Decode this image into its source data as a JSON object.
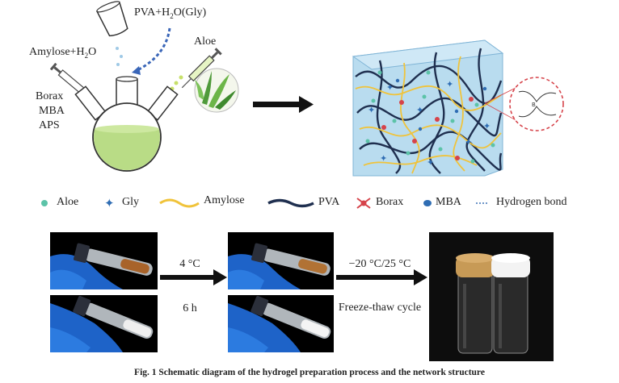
{
  "synthesis": {
    "pva_label": "PVA+H",
    "pva_sub": "2",
    "pva_tail": "O(Gly)",
    "amylose_label": "Amylose+H",
    "amylose_sub": "2",
    "amylose_tail": "O",
    "aloe_label": "Aloe",
    "reagents": [
      "Borax",
      "MBA",
      "APS"
    ]
  },
  "legend": {
    "aloe": "Aloe",
    "gly": "Gly",
    "amylose": "Amylose",
    "pva": "PVA",
    "borax": "Borax",
    "mba": "MBA",
    "hbond": "Hydrogen bond"
  },
  "process": {
    "step1_top": "4 °C",
    "step1_bottom": "6 h",
    "step2_top": "−20 °C/25 °C",
    "step2_bottom": "Freeze-thaw cycle"
  },
  "caption": "Fig. 1  Schematic diagram of the hydrogel preparation process and the network structure",
  "colors": {
    "flask_liquid": "#b9dc86",
    "network_bg": "#b9dcef",
    "pva": "#1f2f4f",
    "amylose": "#f0c33a",
    "aloe": "#5cc3a8",
    "gly": "#2f6db3",
    "borax": "#d6434a",
    "photo_blue": "#1e63c8"
  }
}
